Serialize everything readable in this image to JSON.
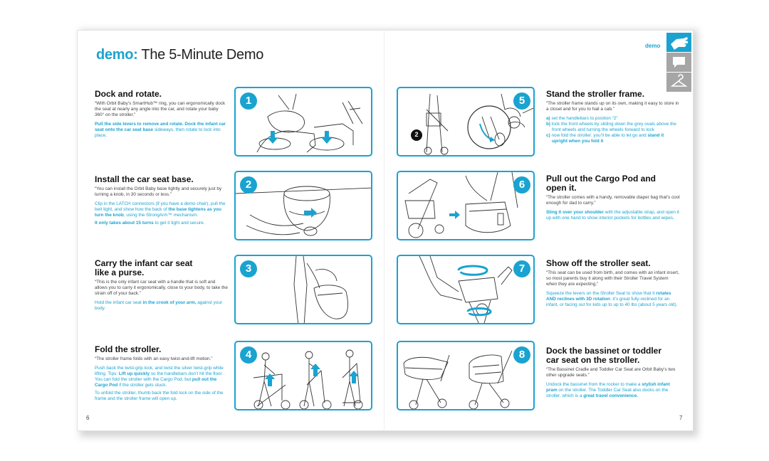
{
  "header": {
    "title_accent": "demo:",
    "title_rest": "The 5-Minute Demo",
    "tab_label": "demo"
  },
  "tabs": [
    {
      "icon": "hand-icon",
      "active": true
    },
    {
      "icon": "speech-bubble-icon",
      "active": false
    },
    {
      "icon": "hanger-icon",
      "active": false
    }
  ],
  "colors": {
    "accent": "#1aa3d0",
    "tab_inactive": "#a6a6a6"
  },
  "steps": [
    {
      "number": "1",
      "title": "Dock and rotate.",
      "body": "“With Orbit Baby’s SmartHub™ ring, you can ergonomically dock the seat at nearly any angle into the car, and rotate your baby 360° on the stroller.”",
      "note_bold": "Pull the side levers to remove and rotate. Dock the infant car seat onto the car seat base",
      "note_rest": " sideways, then rotate to lock into place."
    },
    {
      "number": "2",
      "title": "Install the car seat base.",
      "body": "“You can install the Orbit Baby base tightly and securely just by turning a knob, in 30 seconds or less.”",
      "note_a": "Clip in the LATCH connectors (if you have a demo chair), pull the belt tight, and show how the back of ",
      "note_a_bold": "the base tightens as you turn the knob",
      "note_a_rest": ", using the StrongArm™ mechanism.",
      "note_b_bold": "It only takes about 15 turns",
      "note_b_rest": " to get it tight and secure."
    },
    {
      "number": "3",
      "title": "Carry the infant car seat like a purse.",
      "body": "“This is the only infant car seat with a handle that is soft and allows you to carry it ergonomically, close to your body, to take the strain off of your back.”",
      "note": "Hold the infant car seat ",
      "note_bold": "in the crook of your arm,",
      "note_rest": " against your body."
    },
    {
      "number": "4",
      "title": "Fold the stroller.",
      "body": "“The stroller frame folds with an easy twist-and-lift motion.”",
      "note_a": "Push back the twist-grip lock, and twist the silver twist-grip while lifting. Tips: ",
      "note_a_bold": "Lift up quickly",
      "note_a_mid": " so the handlebars don’t hit the floor . You can fold the stroller with the Cargo Pod, but ",
      "note_a_bold2": "pull out the Cargo Pod",
      "note_a_rest": " if the stroller gets stuck.",
      "note_b": "To unfold the stroller, thumb back the fold lock on the side of the frame and the stroller frame will open up."
    },
    {
      "number": "5",
      "title": "Stand the stroller frame.",
      "body": "“The stroller frame stands up on its own, making it easy to store in a closet and for you to hail a cab.”",
      "list": [
        {
          "letter": "a)",
          "text": " set the handlebars to position “2”"
        },
        {
          "letter": "b)",
          "text": " lock the front wheels by sliding down the grey ovals above the front wheels and turning the wheels forward to lock"
        },
        {
          "letter": "c)",
          "text": " now fold the stroller: you’ll be able to let go and ",
          "bold": "stand it upright when you fold it"
        }
      ],
      "badge": "2"
    },
    {
      "number": "6",
      "title": "Pull out the Cargo Pod and open it.",
      "body": "“The stroller comes with a handy, removable diaper bag that’s cool enough for dad to carry.”",
      "note_bold": "Sling it over your shoulder",
      "note_rest": " with the adjustable strap, and open it up with one hand to show interior pockets for bottles and wipes."
    },
    {
      "number": "7",
      "title": "Show off the stroller seat.",
      "body": "“This seat can be used from birth, and comes with an infant insert, so most parents buy it along with their Stroller Travel System when they are expecting.”",
      "note": "Squeeze the levers on the Stroller Seat to show that it ",
      "note_bold": "rotates AND reclines with 3D rotation",
      "note_rest": ": it’s great fully-reclined for an infant, or facing out for kids up to up to 40 lbs (about 5 years old)."
    },
    {
      "number": "8",
      "title": "Dock the bassinet or toddler car seat on the stroller.",
      "body": "“The Bassinet Cradle and Toddler Car Seat are Orbit Baby’s two other upgrade seats.”",
      "note": "Undock the bassinet from the rocker to make a ",
      "note_bold": "stylish infant pram",
      "note_mid": " on the stroller. The Toddler Car Seat also docks on the stroller, which is a ",
      "note_bold2": "great travel convenience."
    }
  ],
  "page_numbers": {
    "left": "6",
    "right": "7"
  }
}
